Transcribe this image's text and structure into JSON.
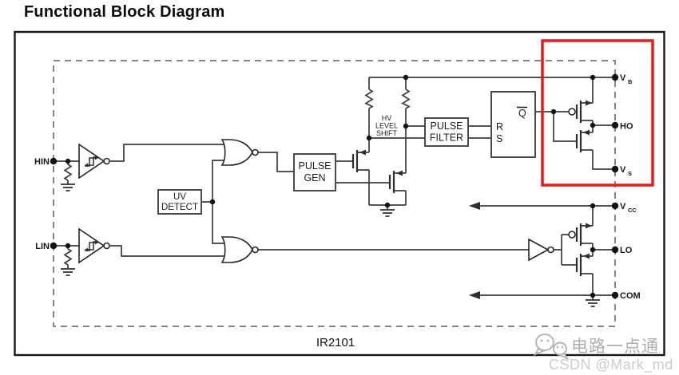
{
  "title": "Functional Block Diagram",
  "chip_label": "IR2101",
  "pins": {
    "hin": "HIN",
    "lin": "LIN",
    "vb_main": "V",
    "vb_sub": "B",
    "ho": "HO",
    "vs_main": "V",
    "vs_sub": "S",
    "vcc_main": "V",
    "vcc_sub": "CC",
    "lo": "LO",
    "com": "COM"
  },
  "blocks": {
    "uv_line1": "UV",
    "uv_line2": "DETECT",
    "pulsegen_line1": "PULSE",
    "pulsegen_line2": "GEN",
    "pulsefilter_line1": "PULSE",
    "pulsefilter_line2": "FILTER",
    "hv_line1": "HV",
    "hv_line2": "LEVEL",
    "hv_line3": "SHIFT",
    "latch_r": "R",
    "latch_s": "S",
    "latch_q": "Q"
  },
  "watermark": {
    "brand": "电路一点通",
    "credit": "CSDN @Mark_md"
  },
  "colors": {
    "highlight": "#e81a1a",
    "line": "#3c3c3c",
    "dashed_border": "#858585",
    "watermark_gray": "#aeaeae",
    "credit_gray": "#cccccc"
  }
}
